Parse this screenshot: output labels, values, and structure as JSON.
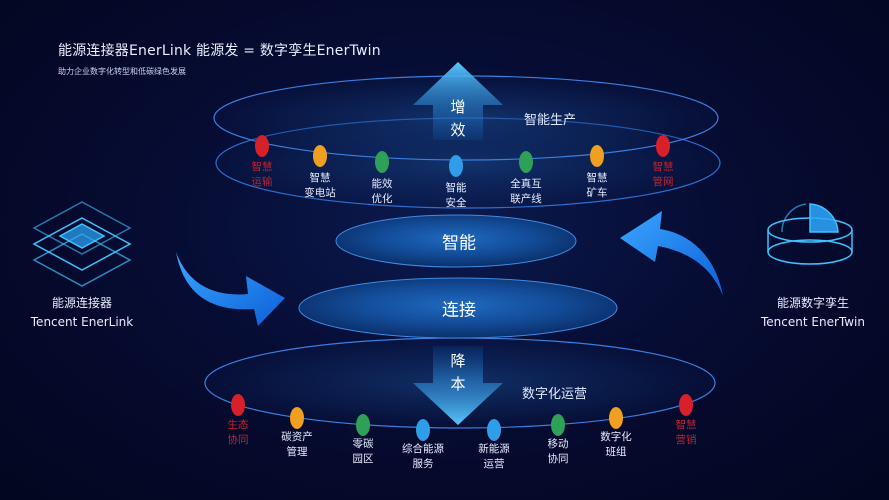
{
  "header": {
    "title": "能源连接器EnerLink  能源发 = 数字孪生EnerTwin",
    "subtitle": "助力企业数字化转型和低碳绿色发展"
  },
  "top_ring": {
    "caption": "智能生产",
    "arrow_text": [
      "增",
      "效"
    ],
    "items": [
      {
        "label": "智慧\n运输",
        "color": "#d8202a",
        "text_style": "red"
      },
      {
        "label": "智慧\n变电站",
        "color": "#f0a020",
        "text_style": "wht"
      },
      {
        "label": "能效\n优化",
        "color": "#2fa058",
        "text_style": "wht"
      },
      {
        "label": "智能\n安全",
        "color": "#2f9de8",
        "text_style": "wht"
      },
      {
        "label": "全真互\n联产线",
        "color": "#2fa058",
        "text_style": "wht"
      },
      {
        "label": "智慧\n矿车",
        "color": "#f0a020",
        "text_style": "wht"
      },
      {
        "label": "智慧\n管网",
        "color": "#d8202a",
        "text_style": "red"
      }
    ]
  },
  "middle": {
    "upper_label": "智能",
    "lower_label": "连接"
  },
  "bottom_ring": {
    "caption": "数字化运营",
    "arrow_text": [
      "降",
      "本"
    ],
    "items": [
      {
        "label": "生态\n协同",
        "color": "#d8202a",
        "text_style": "red"
      },
      {
        "label": "碳资产\n管理",
        "color": "#f0a020",
        "text_style": "wht"
      },
      {
        "label": "零碳\n园区",
        "color": "#2fa058",
        "text_style": "wht"
      },
      {
        "label": "综合能源\n服务",
        "color": "#2f9de8",
        "text_style": "wht"
      },
      {
        "label": "新能源\n运营",
        "color": "#2f9de8",
        "text_style": "wht"
      },
      {
        "label": "移动\n协同",
        "color": "#2fa058",
        "text_style": "wht"
      },
      {
        "label": "数字化\n班组",
        "color": "#f0a020",
        "text_style": "wht"
      },
      {
        "label": "智慧\n营销",
        "color": "#d8202a",
        "text_style": "red"
      }
    ]
  },
  "left_node": {
    "icon": "layered-cube-icon",
    "name_cn": "能源连接器",
    "name_en": "Tencent EnerLink"
  },
  "right_node": {
    "icon": "ring-chart-icon",
    "name_cn": "能源数字孪生",
    "name_en": "Tencent EnerTwin"
  }
}
